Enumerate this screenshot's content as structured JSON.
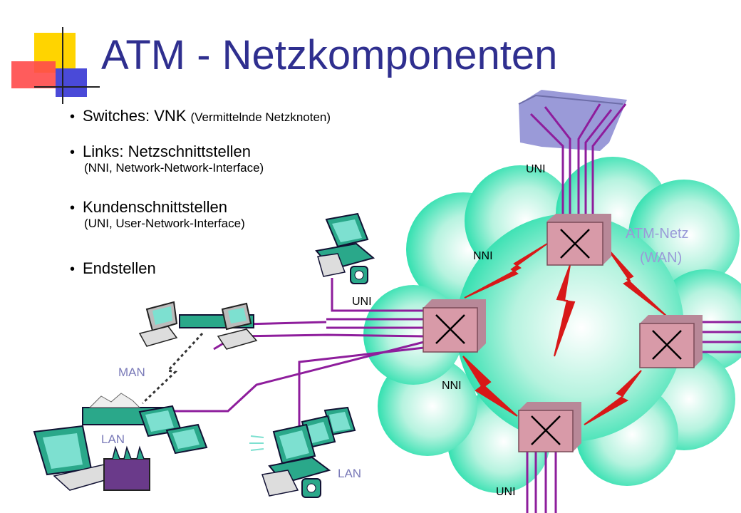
{
  "slide": {
    "title": "ATM - Netzkomponenten",
    "bullets": [
      {
        "main": "Switches: VNK",
        "note": "(Vermittelnde Netzknoten)",
        "sub": ""
      },
      {
        "main": "Links:  Netzschnittstellen",
        "note": "",
        "sub": "(NNI, Network-Network-Interface)"
      },
      {
        "main": "Kundenschnittstellen",
        "note": "",
        "sub": "(UNI, User-Network-Interface)"
      },
      {
        "main": "Endstellen",
        "note": "",
        "sub": ""
      }
    ],
    "bullet_symbol": "•"
  },
  "diagram": {
    "network_label_line1": "ATM-Netz",
    "network_label_line2": "(WAN)",
    "labels": {
      "uni_top": "UNI",
      "uni_left": "UNI",
      "uni_bottom": "UNI",
      "nni_top": "NNI",
      "nni_bottom": "NNI",
      "man": "MAN",
      "lan_left": "LAN",
      "lan_bottom": "LAN"
    },
    "colors": {
      "title": "#2f2f8f",
      "cloud": "#33e0b0",
      "switch": "#d89aa8",
      "line": "#8e1d9c",
      "lightning": "#d81818",
      "label": "#7a7ab8",
      "building": "#9a9ad8"
    }
  }
}
